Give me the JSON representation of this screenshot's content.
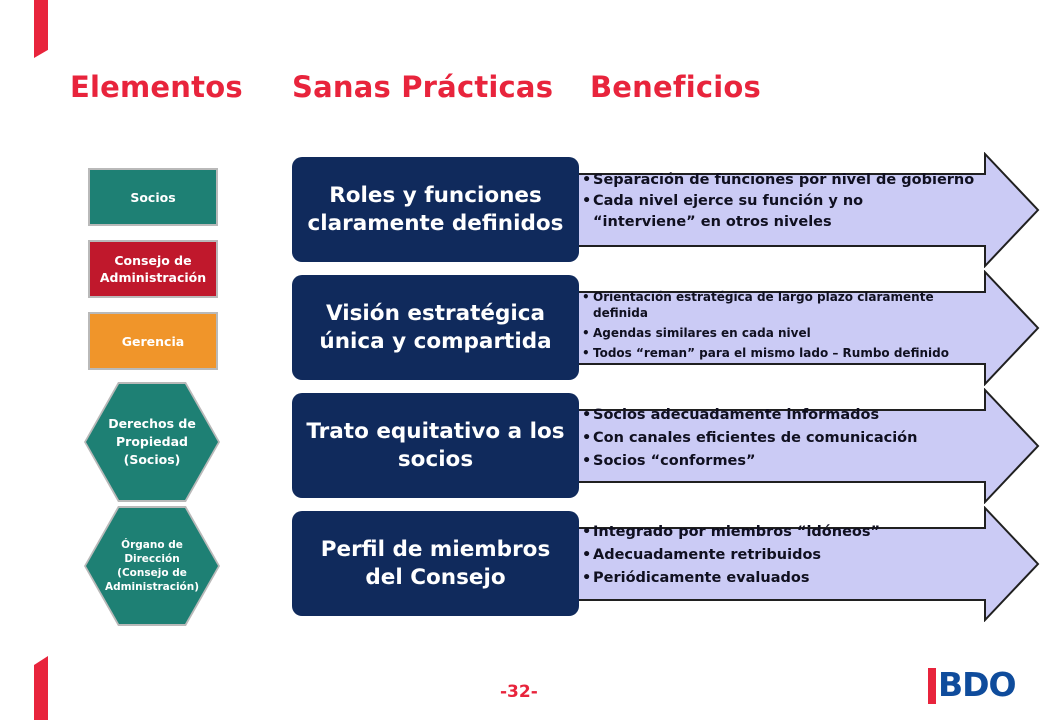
{
  "headers": {
    "elementos": "Elementos",
    "practicas": "Sanas Prácticas",
    "beneficios": "Beneficios"
  },
  "elements": {
    "socios": "Socios",
    "consejo_line1": "Consejo de",
    "consejo_line2": "Administración",
    "gerencia": "Gerencia",
    "derechos_line1": "Derechos de",
    "derechos_line2": "Propiedad",
    "derechos_line3": "(Socios)",
    "organo_line1": "Órgano de",
    "organo_line2": "Dirección",
    "organo_line3": "(Consejo de",
    "organo_line4": "Administración)"
  },
  "practices": [
    {
      "title": "Roles y funciones claramente definidos"
    },
    {
      "title": "Visión estratégica única y compartida"
    },
    {
      "title": "Trato equitativo a los socios"
    },
    {
      "title": "Perfil de miembros del Consejo"
    }
  ],
  "benefits": [
    [
      "Separación de funciones por nivel de gobierno",
      "Cada nivel ejerce su función y no “interviene” en otros niveles"
    ],
    [
      "Orientación estratégica de largo plazo claramente definida",
      "Agendas similares en cada nivel",
      "Todos “reman” para el mismo lado – Rumbo definido"
    ],
    [
      "Socios adecuadamente informados",
      "Con canales eficientes de comunicación",
      "Socios “conformes”"
    ],
    [
      "Integrado por miembros “idóneos”",
      "Adecuadamente retribuidos",
      "Periódicamente evaluados"
    ]
  ],
  "footer": {
    "page_number": "-32-",
    "logo_text": "BDO"
  },
  "colors": {
    "accent_red": "#e8243c",
    "teal": "#1e8074",
    "crimson": "#c0182c",
    "orange": "#f0952a",
    "navy": "#102a5c",
    "arrow_fill": "#cbcbf5",
    "logo_blue": "#0f4c9c"
  }
}
